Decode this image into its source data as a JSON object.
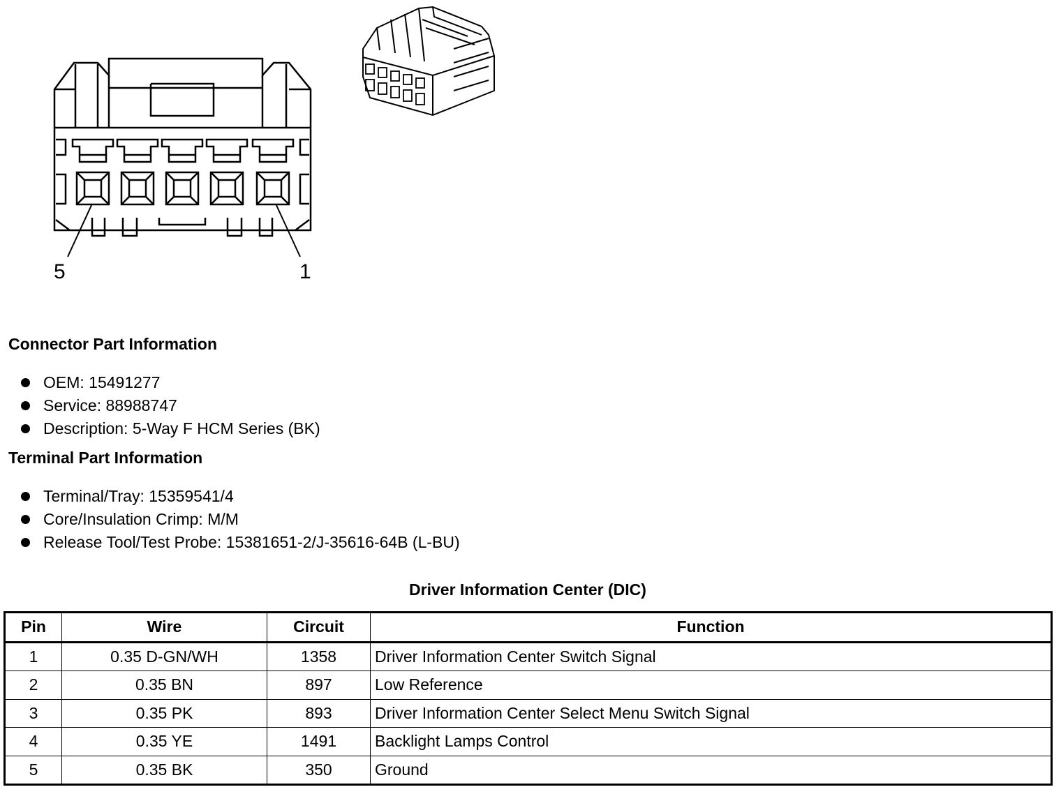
{
  "diagram": {
    "pin_labels": {
      "left": "5",
      "right": "1"
    }
  },
  "connector_part_info": {
    "heading": "Connector Part Information",
    "items": [
      "OEM: 15491277",
      "Service: 88988747",
      "Description: 5-Way F HCM Series (BK)"
    ]
  },
  "terminal_part_info": {
    "heading": "Terminal Part Information",
    "items": [
      "Terminal/Tray: 15359541/4",
      "Core/Insulation Crimp: M/M",
      "Release Tool/Test Probe: 15381651-2/J-35616-64B (L-BU)"
    ]
  },
  "pin_table": {
    "title": "Driver Information Center (DIC)",
    "headers": [
      "Pin",
      "Wire",
      "Circuit",
      "Function"
    ],
    "rows": [
      [
        "1",
        "0.35 D-GN/WH",
        "1358",
        "Driver Information Center Switch Signal"
      ],
      [
        "2",
        "0.35 BN",
        "897",
        "Low Reference"
      ],
      [
        "3",
        "0.35 PK",
        "893",
        "Driver Information Center Select Menu Switch Signal"
      ],
      [
        "4",
        "0.35 YE",
        "1491",
        "Backlight Lamps Control"
      ],
      [
        "5",
        "0.35 BK",
        "350",
        "Ground"
      ]
    ]
  }
}
